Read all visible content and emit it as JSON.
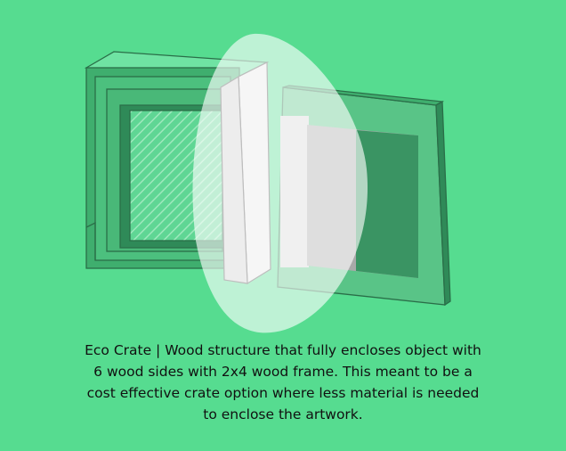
{
  "illustration": {
    "name": "eco-crate-sketch",
    "colors": {
      "background": "#56dc90",
      "frame_dark": "#2f8a58",
      "panel_mid": "#3fae6e",
      "gray": "#a9a9a9",
      "blob": "#ffffff"
    }
  },
  "caption": {
    "lines": [
      "Eco Crate | Wood structure that fully encloses object with",
      "6 wood sides with 2x4 wood frame. This meant to be a",
      "cost effective crate option where less material is needed",
      "to enclose the artwork."
    ]
  }
}
